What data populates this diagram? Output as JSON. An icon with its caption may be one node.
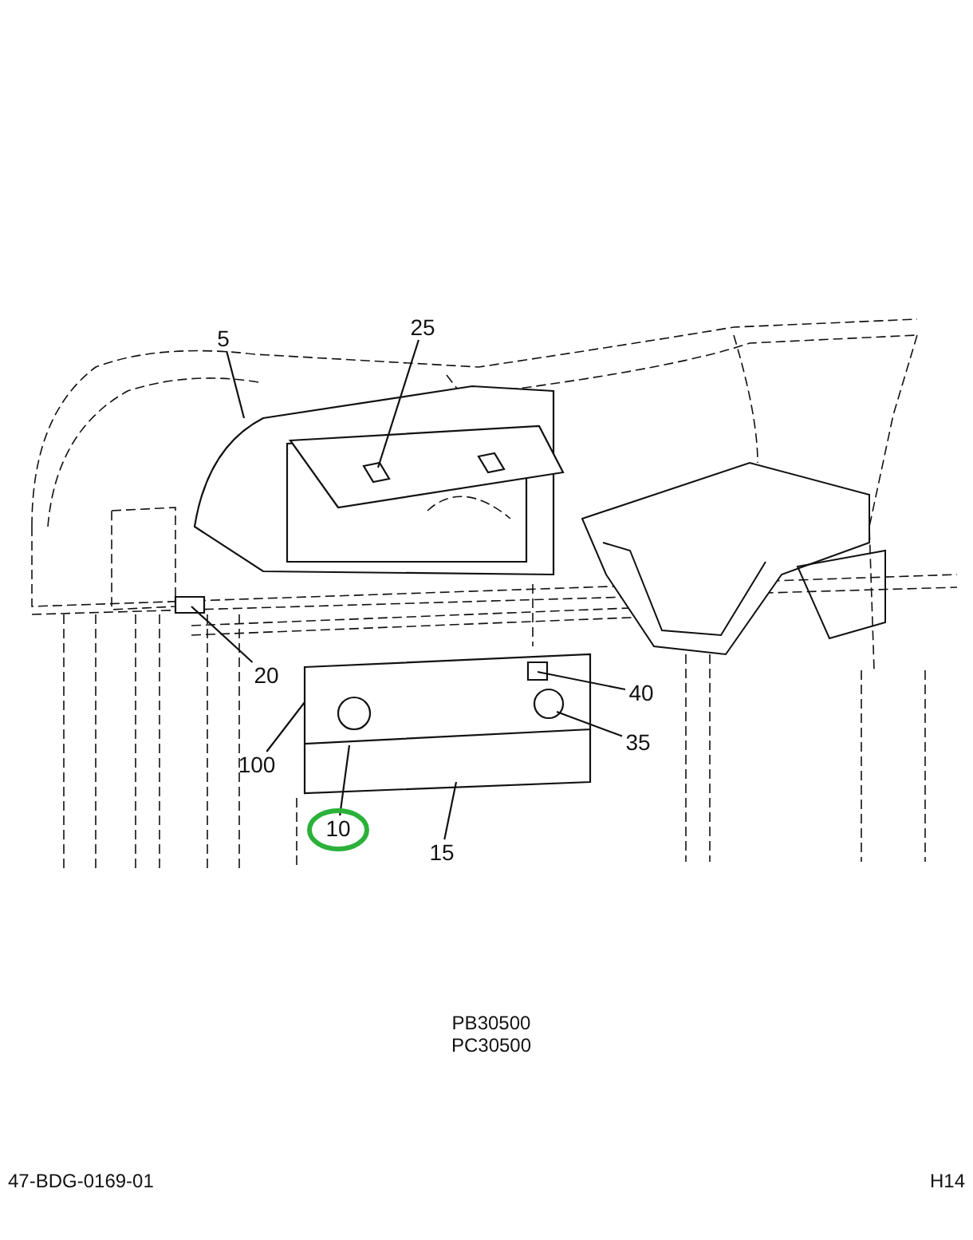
{
  "diagram": {
    "nodes": [
      {
        "text": [
          "5"
        ]
      },
      {
        "text": [
          "25"
        ]
      },
      {
        "text": [
          "20"
        ]
      },
      {
        "text": [
          "100"
        ]
      },
      {
        "text": [
          "10"
        ]
      },
      {
        "text": [
          "15"
        ]
      },
      {
        "text": [
          "40"
        ]
      },
      {
        "text": [
          "35"
        ]
      },
      {
        "text": [],
        "shape": "box"
      },
      {
        "text": [],
        "shape": "picture",
        "in": 8
      },
      {
        "text": [],
        "shape": "bar"
      },
      {
        "text": [],
        "shape": "box"
      },
      {
        "text": [],
        "shape": "bar"
      },
      {
        "text": [],
        "shape": "box",
        "in": 11
      },
      {
        "text": [],
        "shape": "circle",
        "in": 11
      },
      {
        "text": [],
        "shape": "circle",
        "in": 11
      }
    ],
    "edges": [
      {
        "from": 0,
        "to": 8,
        "arrow": "none"
      },
      {
        "from": 1,
        "to": 9,
        "arrow": "none"
      },
      {
        "from": 2,
        "to": 10,
        "arrow": "none"
      },
      {
        "from": 3,
        "to": 11,
        "arrow": "none"
      },
      {
        "from": 4,
        "to": 11,
        "arrow": "none"
      },
      {
        "from": 5,
        "to": 12,
        "arrow": "none"
      },
      {
        "from": 6,
        "to": 13,
        "arrow": "none"
      },
      {
        "from": 7,
        "to": 15,
        "arrow": "none"
      }
    ],
    "labels": [
      "PB30500",
      "PC30500",
      "47-BDG-0169-01",
      "H14"
    ]
  }
}
